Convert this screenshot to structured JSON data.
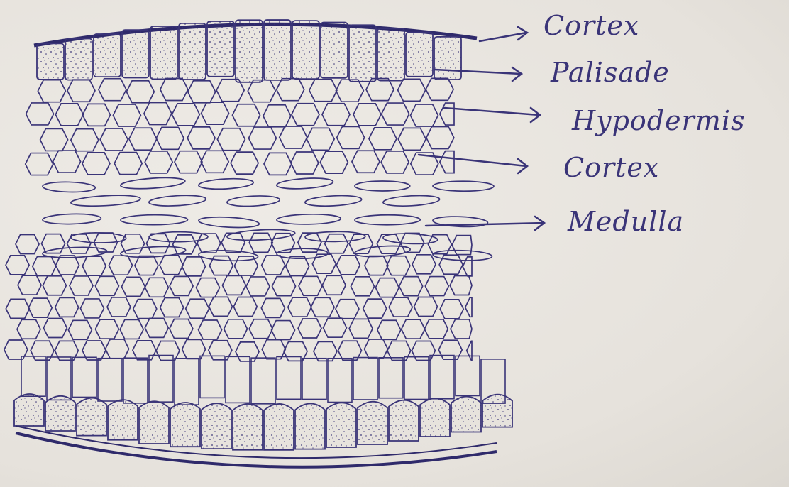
{
  "labels": {
    "cortex_top": "Cortex",
    "palisade": "Palisade",
    "hypodermis": "Hypodermis",
    "cortex_mid": "Cortex",
    "medulla": "Medulla"
  },
  "colors": {
    "ink": "#3a3478",
    "paper": "#e9e6e1"
  }
}
